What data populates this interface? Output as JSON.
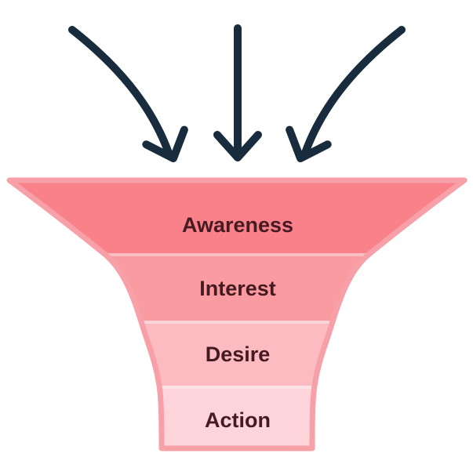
{
  "arrows": {
    "color": "#182c3d"
  },
  "funnel": {
    "outline_color": "#f8a0a7",
    "separator_color": "rgba(255,255,255,0.35)",
    "label_color": "#451a20",
    "stages": [
      {
        "label": "Awareness",
        "fill": "#f9818a"
      },
      {
        "label": "Interest",
        "fill": "#fa9ba2"
      },
      {
        "label": "Desire",
        "fill": "#fcbac1"
      },
      {
        "label": "Action",
        "fill": "#fdd4d9"
      }
    ]
  }
}
